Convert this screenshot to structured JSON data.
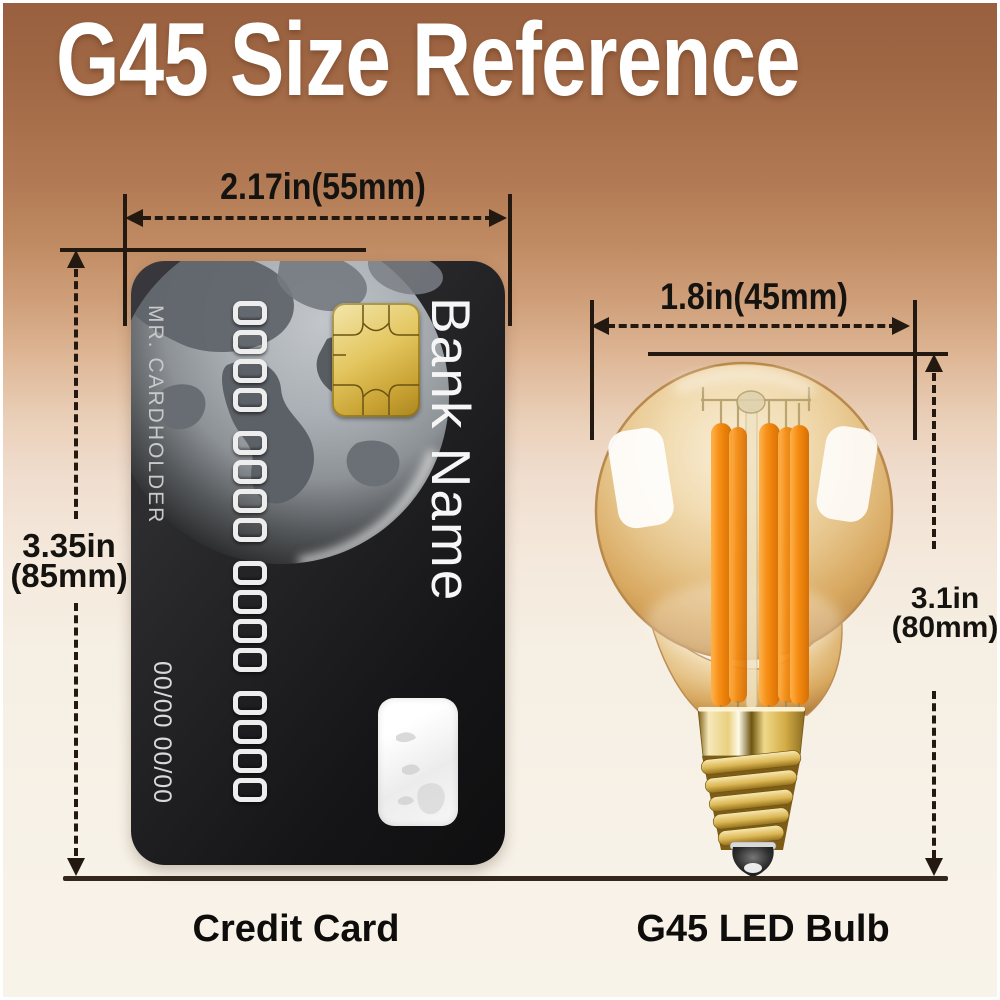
{
  "title": "G45 Size Reference",
  "dimensions": {
    "card_width": "2.17in(55mm)",
    "card_height_line1": "3.35in",
    "card_height_line2": "(85mm)",
    "bulb_width": "1.8in(45mm)",
    "bulb_height_line1": "3.1in",
    "bulb_height_line2": "(80mm)"
  },
  "card": {
    "bank_name": "Bank Name",
    "cardholder": "MR. CARDHOLDER",
    "expiry": "00/00 00/00",
    "number_groups": [
      "0000",
      "0000",
      "0000",
      "0000"
    ]
  },
  "footer_labels": {
    "card": "Credit Card",
    "bulb": "G45 LED Bulb"
  },
  "icons": {
    "chip": "emv-chip-icon",
    "world_map": "world-map-globe",
    "hologram": "hologram-patch"
  },
  "colors": {
    "background_top": "#99603f",
    "background_bottom": "#f8f3e9",
    "baseline": "#33281b",
    "dimension_lines": "#231910",
    "title_text": "#ffffff",
    "body_text": "#151310",
    "card_body": "#1b1b1d",
    "chip_gold": "#d9ba55",
    "glass_amber": "#e4bf85",
    "filament_orange": "#f08a1c",
    "base_gold": "#d2ab45"
  }
}
